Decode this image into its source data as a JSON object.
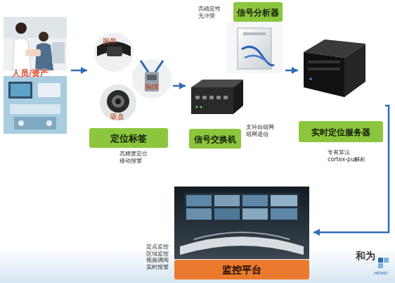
{
  "diagram": {
    "nodes": [
      {
        "text": [
          "人员/资产"
        ]
      },
      {
        "text": [
          "定位标签"
        ]
      },
      {
        "text": [
          "信号交换机"
        ]
      },
      {
        "text": [
          "信号分析器"
        ]
      },
      {
        "text": [
          "实时定位服务器"
        ]
      },
      {
        "text": [
          "监控平台"
        ]
      }
    ],
    "edges": [
      {
        "from": 0,
        "to": 1,
        "arrow": "to"
      },
      {
        "from": 1,
        "to": 2,
        "arrow": "to"
      },
      {
        "from": 3,
        "to": 4,
        "arrow": "to"
      },
      {
        "from": 4,
        "to": 5,
        "arrow": "to"
      }
    ],
    "labels": [
      "腕带",
      "胸牌",
      "吸盘",
      "高精度定位 移动报警",
      "高稳定性 无冲突",
      "支持自组网 组网通信",
      "专有算法 cortex-pu解析",
      "定点监控 区域监控 视频调阅 实时报警",
      "和为",
      "HEWEI"
    ]
  }
}
